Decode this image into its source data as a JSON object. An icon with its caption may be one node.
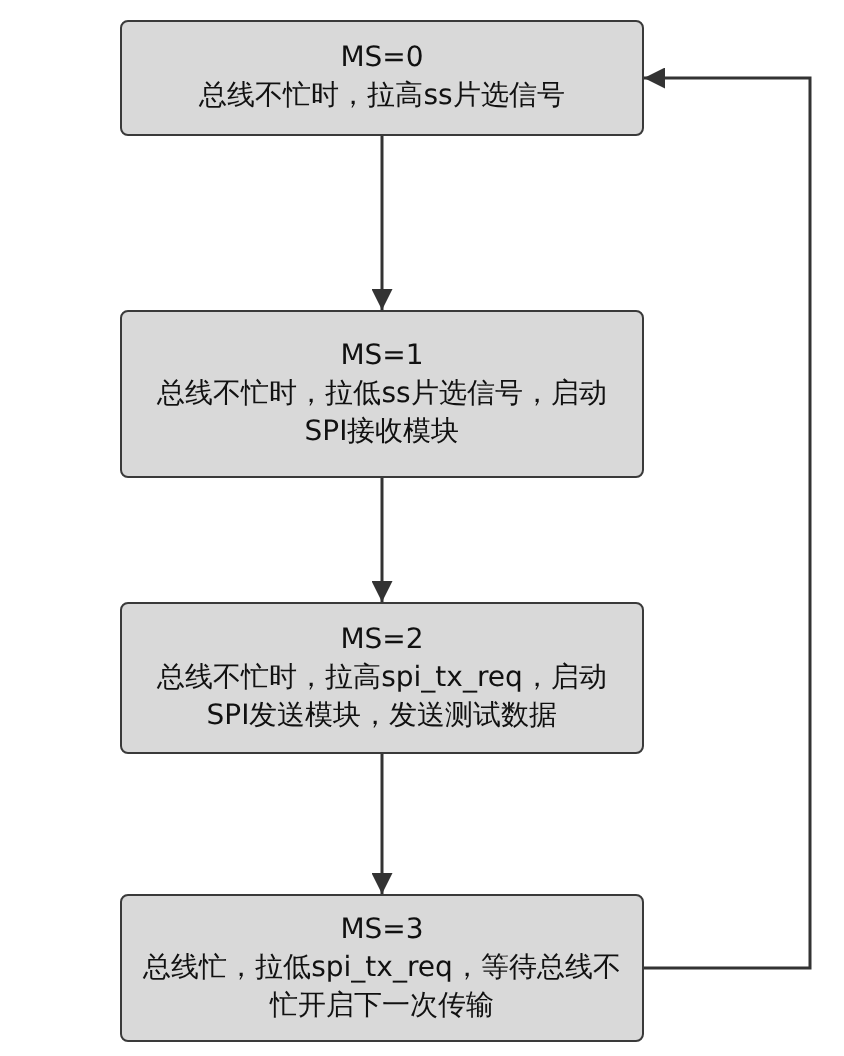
{
  "diagram": {
    "nodes": [
      {
        "text": [
          "MS=0",
          "总线不忙时，拉高ss片选信号"
        ]
      },
      {
        "text": [
          "MS=1",
          "总线不忙时，拉低ss片选信号，启动SPI接收模块"
        ]
      },
      {
        "text": [
          "MS=2",
          "总线不忙时，拉高spi_tx_req，启动SPI发送模块，发送测试数据"
        ]
      },
      {
        "text": [
          "MS=3",
          "总线忙，拉低spi_tx_req，等待总线不忙开启下一次传输"
        ]
      }
    ],
    "edges": [
      {
        "from": 0,
        "to": 1,
        "arrow": "to"
      },
      {
        "from": 1,
        "to": 2,
        "arrow": "to"
      },
      {
        "from": 2,
        "to": 3,
        "arrow": "to"
      },
      {
        "from": 3,
        "to": 0,
        "arrow": "to"
      }
    ]
  }
}
